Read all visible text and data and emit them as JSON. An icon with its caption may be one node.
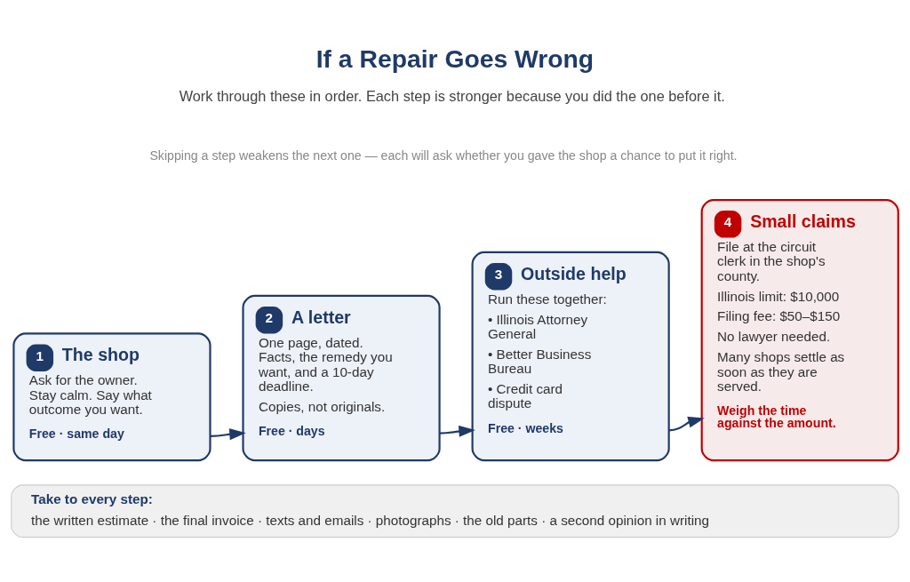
{
  "diagram": {
    "title": "If a Repair Goes Wrong",
    "nodes": [
      {
        "text": [
          "1",
          "The shop",
          "Ask for the owner. Stay calm. Say what outcome you want.",
          "Free · same day"
        ]
      },
      {
        "text": [
          "2",
          "A letter",
          "One page, dated. Facts, the remedy you want, and a 10-day deadline.",
          "Copies, not originals.",
          "Free · days"
        ]
      },
      {
        "text": [
          "3",
          "Outside help",
          "Run these together:",
          "• Illinois Attorney General",
          "• Better Business Bureau",
          "• Credit card dispute",
          "Free · weeks"
        ]
      },
      {
        "text": [
          "4",
          "Small claims",
          "File at the circuit clerk in the shop's county.",
          "Illinois limit: $10,000",
          "Filing fee: $50–$150",
          "No lawyer needed.",
          "Many shops settle as soon as they are served.",
          "Weigh the time against the amount."
        ]
      },
      {
        "text": [
          "Take to every step:",
          "the written estimate · the final invoice · texts and emails · photographs · the old parts · a second opinion in writing"
        ]
      }
    ],
    "edges": [
      {
        "from": 0,
        "to": 1,
        "arrow": "to"
      },
      {
        "from": 1,
        "to": 2,
        "arrow": "to"
      },
      {
        "from": 2,
        "to": 3,
        "arrow": "to"
      }
    ],
    "labels": [
      "Work through these in order. Each step is stronger because you did the one before it.",
      "Skipping a step weakens the next one — each will ask whether you gave the shop a chance to put it right."
    ]
  }
}
